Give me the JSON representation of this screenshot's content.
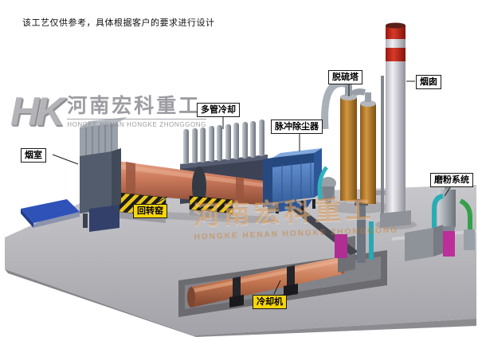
{
  "disclaimer": "该工艺仅供参考，具体根据客户的要求进行设计",
  "logo_watermark": {
    "monogram": "HK",
    "company_cn": "河南宏科重工",
    "company_en": "HONGKE HENAN HONGKE ZHONGGONG"
  },
  "center_watermark": {
    "company_cn": "河南宏科重工",
    "company_en": "HONGKE HENAN HONGKE ZHONGGONG"
  },
  "equipment_labels": {
    "smoke_chamber": "烟室",
    "rotary_kiln": "回转窑",
    "multi_tube_cooler": "多管冷却",
    "pulse_dust_collector": "脉冲除尘器",
    "desulfurization_tower": "脱硫塔",
    "chimney": "烟囱",
    "grinding_system": "磨粉系统",
    "cooling_machine": "冷却机"
  },
  "colors": {
    "kiln_salmon": "#cc7a5c",
    "collector_blue": "#4a7fc8",
    "tower_orange": "#c08838",
    "chimney_red": "#c42b1c",
    "hazard_yellow": "#ecc51c",
    "label_highlight_yellow": "#f6d50a",
    "ground_gray": "#b4b4b8",
    "watermark_orange": "#c87830"
  }
}
